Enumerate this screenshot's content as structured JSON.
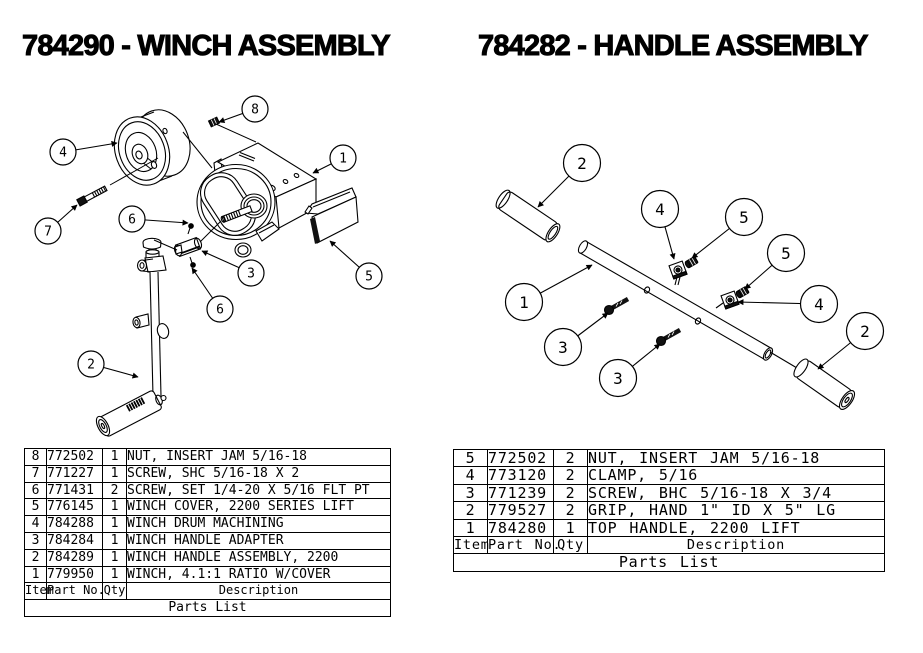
{
  "winch": {
    "title": "784290 - WINCH ASSEMBLY",
    "balloons": {
      "b8": "8",
      "b4": "4",
      "b7": "7",
      "b6a": "6",
      "b3": "3",
      "b6b": "6",
      "b5": "5",
      "b1": "1",
      "b2": "2"
    },
    "parts_list": {
      "caption": "Parts List",
      "headers": {
        "item": "Item",
        "part_no": "Part No.",
        "qty": "Qty",
        "description": "Description"
      },
      "rows": [
        [
          "8",
          "772502",
          "1",
          "NUT, INSERT JAM 5/16-18"
        ],
        [
          "7",
          "771227",
          "1",
          "SCREW, SHC 5/16-18 X 2"
        ],
        [
          "6",
          "771431",
          "2",
          "SCREW, SET 1/4-20 X 5/16 FLT PT"
        ],
        [
          "5",
          "776145",
          "1",
          "WINCH COVER, 2200 SERIES LIFT"
        ],
        [
          "4",
          "784288",
          "1",
          "WINCH DRUM MACHINING"
        ],
        [
          "3",
          "784284",
          "1",
          "WINCH HANDLE ADAPTER"
        ],
        [
          "2",
          "784289",
          "1",
          "WINCH HANDLE ASSEMBLY, 2200"
        ],
        [
          "1",
          "779950",
          "1",
          "WINCH, 4.1:1 RATIO W/COVER"
        ]
      ]
    }
  },
  "handle": {
    "title": "784282 - HANDLE ASSEMBLY",
    "balloons": {
      "b2a": "2",
      "b4a": "4",
      "b5a": "5",
      "b5b": "5",
      "b4b": "4",
      "b1": "1",
      "b3a": "3",
      "b3b": "3",
      "b2b": "2"
    },
    "parts_list": {
      "caption": "Parts List",
      "headers": {
        "item": "Item",
        "part_no": "Part No.",
        "qty": "Qty",
        "description": "Description"
      },
      "rows": [
        [
          "5",
          "772502",
          "2",
          "NUT, INSERT JAM 5/16-18"
        ],
        [
          "4",
          "773120",
          "2",
          "CLAMP, 5/16"
        ],
        [
          "3",
          "771239",
          "2",
          "SCREW, BHC 5/16-18 X 3/4"
        ],
        [
          "2",
          "779527",
          "2",
          "GRIP, HAND 1\" ID X 5\" LG"
        ],
        [
          "1",
          "784280",
          "1",
          "TOP HANDLE, 2200 LIFT"
        ]
      ]
    }
  }
}
